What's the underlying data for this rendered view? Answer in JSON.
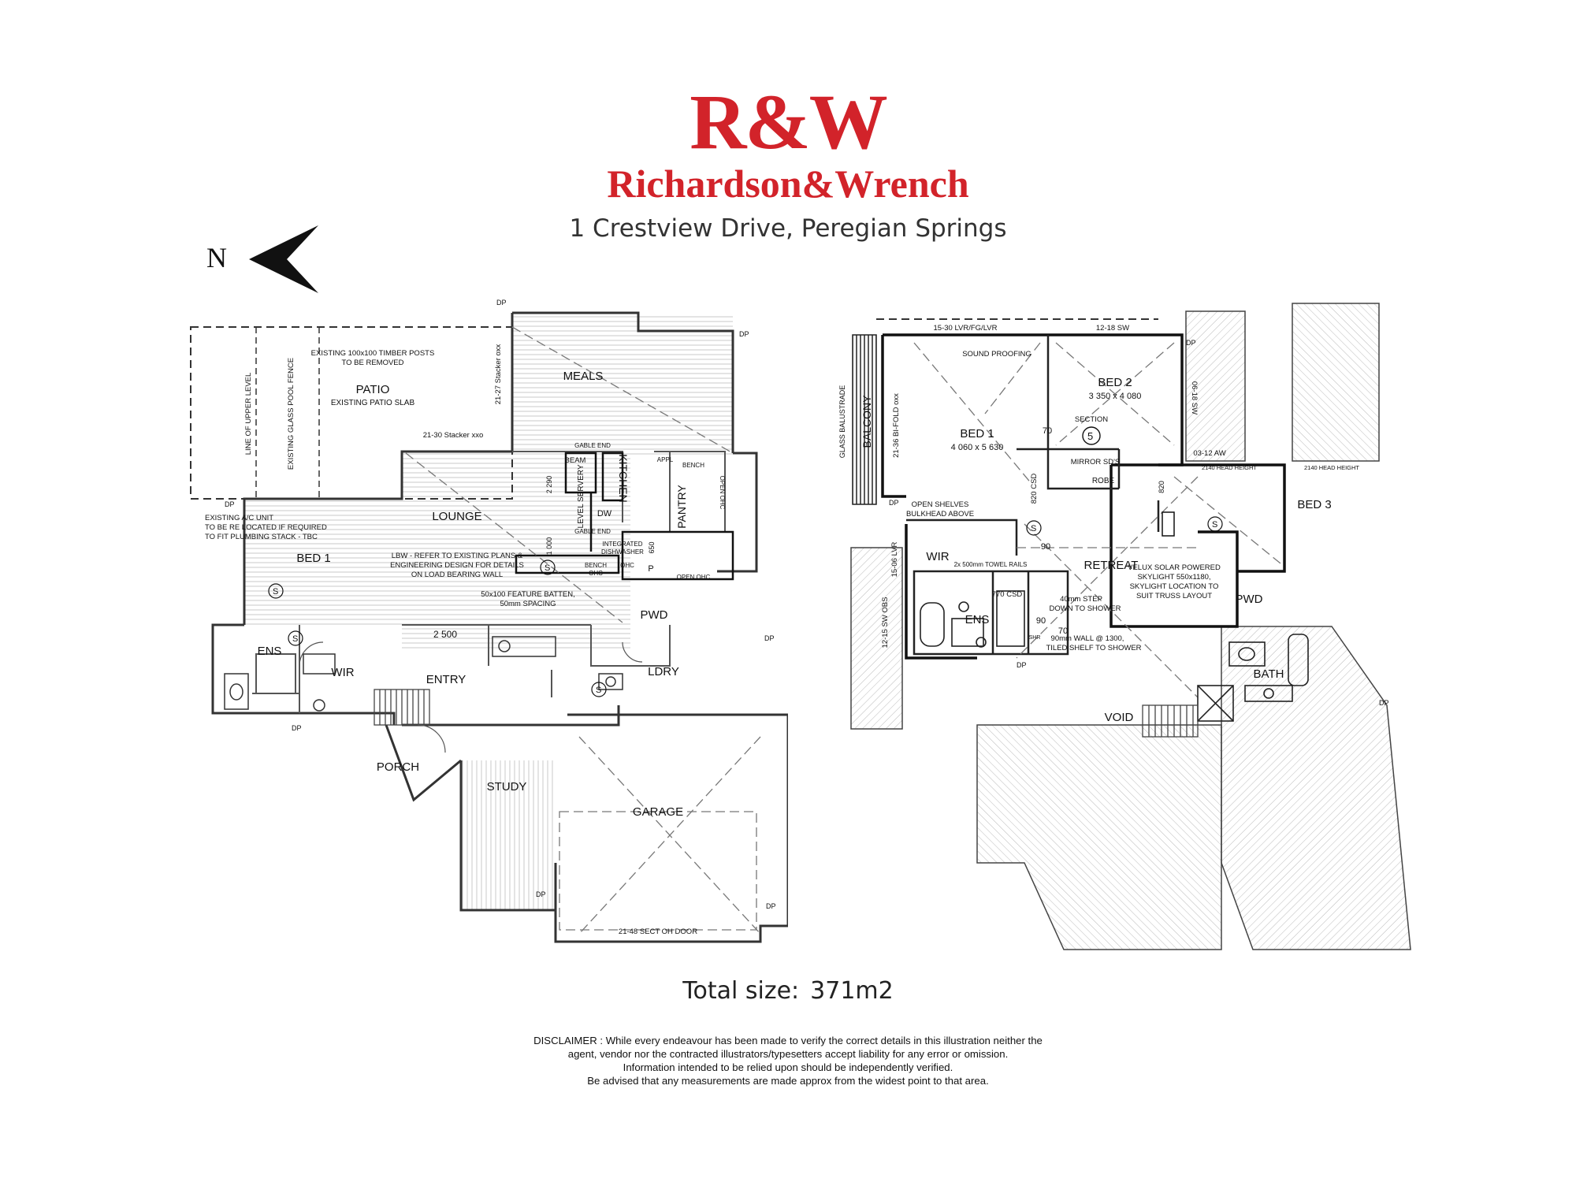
{
  "brand": {
    "mark": "R&W",
    "name": "Richardson&Wrench",
    "color": "#d2232a"
  },
  "address": "1 Crestview Drive, Peregian Springs",
  "north_label": "N",
  "ground_floor": {
    "rooms": {
      "meals": "MEALS",
      "patio": "PATIO",
      "patio_slab": "EXISTING PATIO SLAB",
      "lounge": "LOUNGE",
      "kitchen": "KITCHEN",
      "pantry": "PANTRY",
      "level_servery": "LEVEL SERVERY",
      "bed1": "BED 1",
      "ens": "ENS",
      "wir": "WIR",
      "entry": "ENTRY",
      "pwd": "PWD",
      "ldry": "LDRY",
      "porch": "PORCH",
      "study": "STUDY",
      "garage": "GARAGE"
    },
    "notes": {
      "posts_1": "EXISTING 100x100 TIMBER POSTS",
      "posts_2": "TO BE REMOVED",
      "upper_level": "LINE OF UPPER LEVEL",
      "pool_fence": "EXISTING GLASS POOL FENCE",
      "stacker_xxo": "21-30 Stacker xxo",
      "stacker_oxx": "21-27 Stacker oxx",
      "ac_1": "EXISTING A/C UNIT",
      "ac_2": "TO BE RE LOCATED IF REQUIRED",
      "ac_3": "TO FIT PLUMBING STACK - TBC",
      "lbw_1": "LBW - REFER TO EXISTING PLANS &",
      "lbw_2": "ENGINEERING DESIGN FOR DETAILS",
      "lbw_3": "ON LOAD BEARING WALL",
      "batten_1": "50x100 FEATURE BATTEN,",
      "batten_2": "50mm SPACING",
      "dim_2500": "2 500",
      "beam": "BEAM",
      "gable_end": "GABLE END",
      "gable_end_2": "GABLE END",
      "appl": "APPL",
      "bench": "BENCH",
      "open_ohc": "OPEN OHC",
      "dw": "DW",
      "integrated_1": "INTEGRATED",
      "integrated_2": "DISHWASHER",
      "bench_ohc_1": "BENCH",
      "bench_ohc_2": "OHC",
      "ohc": "OHC",
      "p": "P",
      "open_ohc_2": "OPEN OHC",
      "dim_2290": "2 290",
      "dim_1000": "1 000",
      "dim_650": "650",
      "oh_door": "21-48 SECT OH DOOR",
      "dp": "DP",
      "s": "S"
    }
  },
  "upper_floor": {
    "rooms": {
      "bed1": "BED 1",
      "bed1_size": "4 060 x 5 630",
      "bed2": "BED 2",
      "bed2_size": "3 350 x 4 080",
      "bed3": "BED 3",
      "wir": "WIR",
      "ens": "ENS",
      "retreat": "RETREAT",
      "robe": "ROBE",
      "pwd": "PWD",
      "bath": "BATH",
      "void": "VOID",
      "balcony": "BALCONY"
    },
    "notes": {
      "lvr": "15-30 LVR/FG/LVR",
      "sw_12_18": "12-18 SW",
      "sound_proofing": "SOUND PROOFING",
      "section": "SECTION",
      "section_no": "5",
      "mirror": "MIRROR SD'S",
      "bi_fold": "21-36 BI-FOLD oxx",
      "glass_balustrade": "GLASS BALUSTRADE",
      "sw_06_18": "06-18 SW",
      "aw_03_12": "03-12 AW",
      "head_2140": "2140 HEAD HEIGHT",
      "head_2140_b": "2140 HEAD HEIGHT",
      "open_shelves_1": "OPEN SHELVES",
      "open_shelves_2": "BULKHEAD ABOVE",
      "csd_820": "820 CSD",
      "dim_820": "820",
      "towel_rails": "2x 500mm TOWEL RAILS",
      "csd_770": "770 CSD",
      "lvr_15_06": "15-06 LVR",
      "sw_obs": "12-15 SW OBS",
      "velux_1": "VELUX SOLAR POWERED",
      "velux_2": "SKYLIGHT 550x1180,",
      "velux_3": "SKYLIGHT LOCATION TO",
      "velux_4": "SUIT TRUSS LAYOUT",
      "step_1": "40mm STEP",
      "step_2": "DOWN TO SHOWER",
      "wall_1": "90mm WALL @ 1300,",
      "wall_2": "TILED SHELF TO SHOWER",
      "dim_70a": "70",
      "dim_70b": "70",
      "dim_90a": "90",
      "dim_90b": "90",
      "shr": "SHR",
      "dp": "DP",
      "s": "S"
    }
  },
  "total": {
    "label": "Total size:",
    "value": "371m2"
  },
  "disclaimer": [
    "DISCLAIMER : While every endeavour has been made to verify the correct details in this illustration neither the",
    "agent, vendor nor the contracted illustrators/typesetters accept liability for any error or omission.",
    "Information intended to be relied upon should be independently verified.",
    "Be advised that any measurements are made approx from the widest point to that area."
  ]
}
